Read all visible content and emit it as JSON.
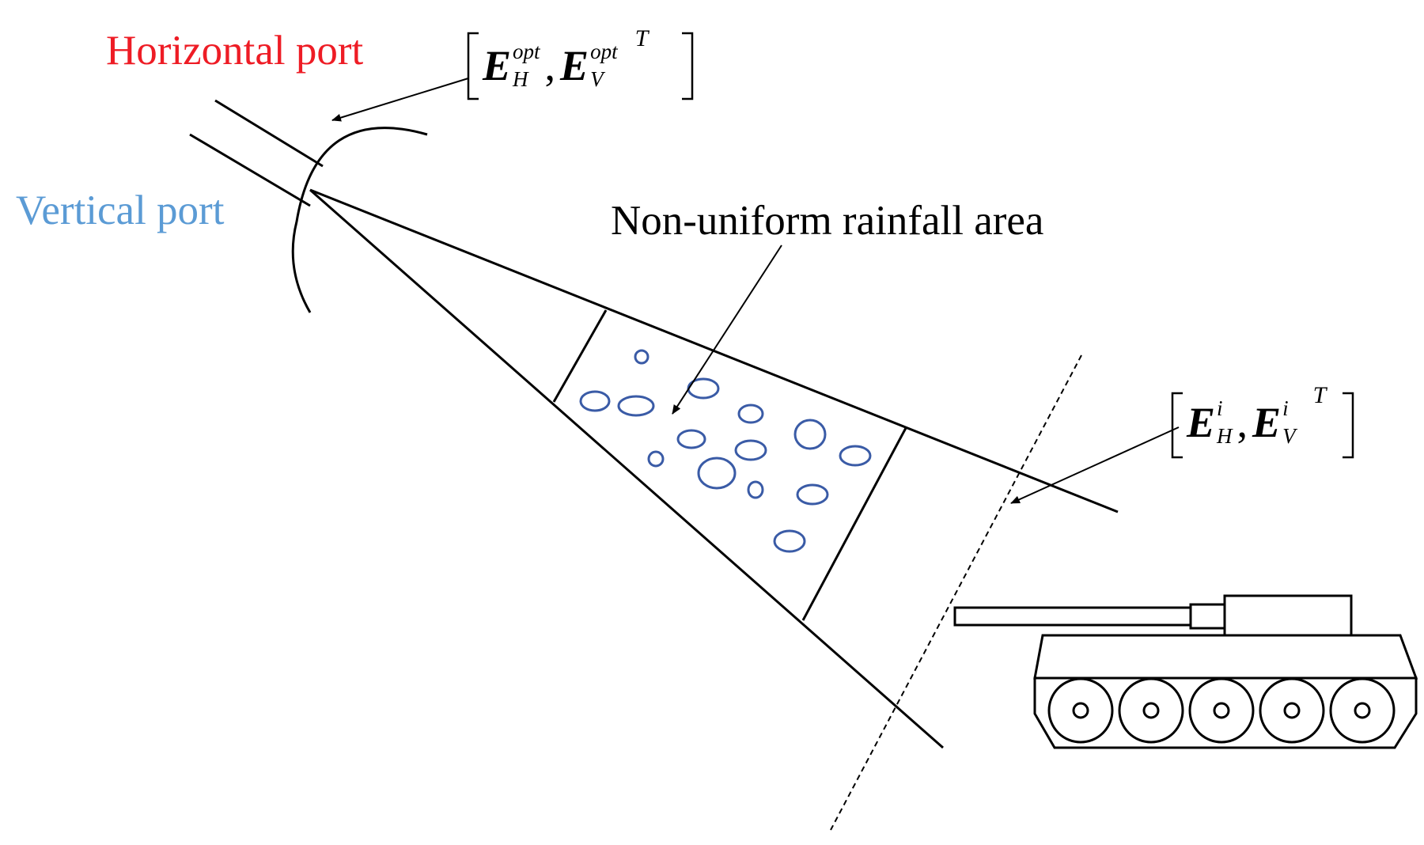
{
  "labels": {
    "horizontal_port": "Horizontal port",
    "vertical_port": "Vertical port",
    "rainfall_area": "Non-uniform rainfall area"
  },
  "vector_opt": {
    "symbol": "E",
    "h_sub": "H",
    "v_sub": "V",
    "sup": "opt",
    "separator": ",",
    "transpose": "T"
  },
  "vector_incident": {
    "symbol": "E",
    "h_sub": "H",
    "v_sub": "V",
    "sup": "i",
    "separator": ",",
    "transpose": "T"
  },
  "colors": {
    "horizontal_port": "#ee1c25",
    "vertical_port": "#5b9bd5",
    "raindrops": "#3a5ba6",
    "lines": "#000000"
  },
  "icons": {
    "antenna": "parabolic-reflector-icon",
    "target": "tank-icon"
  }
}
